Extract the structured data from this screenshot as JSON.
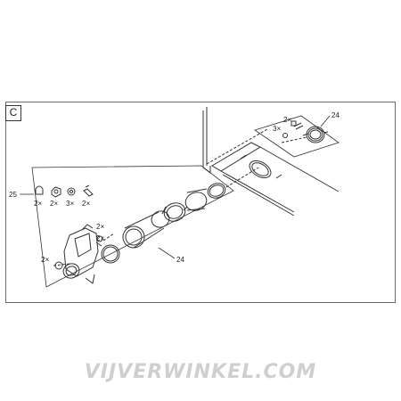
{
  "section_label": "C",
  "callouts": {
    "item_25": "25",
    "item_24_top": "24",
    "item_24_bottom": "24"
  },
  "hardware_kit": [
    {
      "name": "cap-nut",
      "qty": "2×"
    },
    {
      "name": "hex-nut",
      "qty": "2×"
    },
    {
      "name": "washer",
      "qty": "3×"
    },
    {
      "name": "bolt",
      "qty": "2×"
    }
  ],
  "quantity_labels": {
    "top_washer": "3×",
    "top_bolt": "2×",
    "clamp_bolt": "2×",
    "clamp_nut": "2×",
    "left_cap": "2×"
  },
  "watermark": "VIJVERWINKEL.COM",
  "colors": {
    "line": "#333333",
    "frame": "#6a6a6a",
    "watermark": "#cfcfcf"
  }
}
